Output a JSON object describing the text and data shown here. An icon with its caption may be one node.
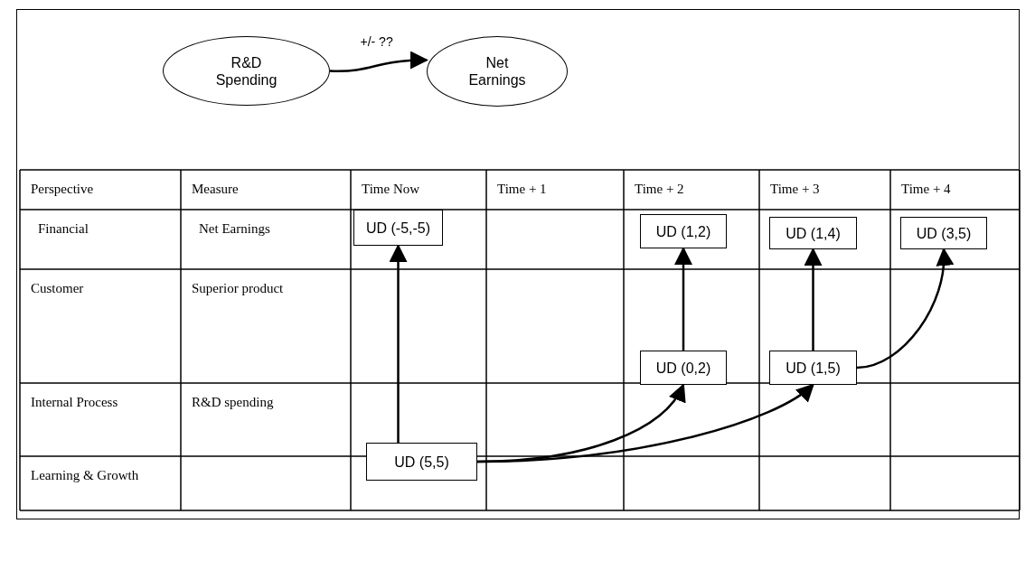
{
  "diagram": {
    "nodes": [
      {
        "text": [
          "R&D Spending"
        ]
      },
      {
        "text": [
          "Net Earnings"
        ]
      },
      {
        "text": [
          "UD (-5,-5)"
        ]
      },
      {
        "text": [
          "UD (1,2)"
        ]
      },
      {
        "text": [
          "UD (1,4)"
        ]
      },
      {
        "text": [
          "UD (3,5)"
        ]
      },
      {
        "text": [
          "UD (0,2)"
        ]
      },
      {
        "text": [
          "UD (1,5)"
        ]
      },
      {
        "text": [
          "UD (5,5)"
        ]
      }
    ],
    "edges": [
      {
        "from": 0,
        "to": 1,
        "arrow": "to",
        "label": "+/- ??"
      },
      {
        "from": 8,
        "to": 2,
        "arrow": "to"
      },
      {
        "from": 6,
        "to": 3,
        "arrow": "to"
      },
      {
        "from": 7,
        "to": 4,
        "arrow": "to"
      },
      {
        "from": 7,
        "to": 5,
        "arrow": "to"
      },
      {
        "from": 8,
        "to": 6,
        "arrow": "to"
      },
      {
        "from": 8,
        "to": 7,
        "arrow": "to"
      }
    ],
    "labels": [
      "Perspective",
      "Measure",
      "Time Now",
      "Time + 1",
      "Time + 2",
      "Time + 3",
      "Time + 4",
      "Financial",
      "Net Earnings",
      "Customer",
      "Superior product",
      "Internal Process",
      "R&D spending",
      "Learning & Growth"
    ]
  }
}
